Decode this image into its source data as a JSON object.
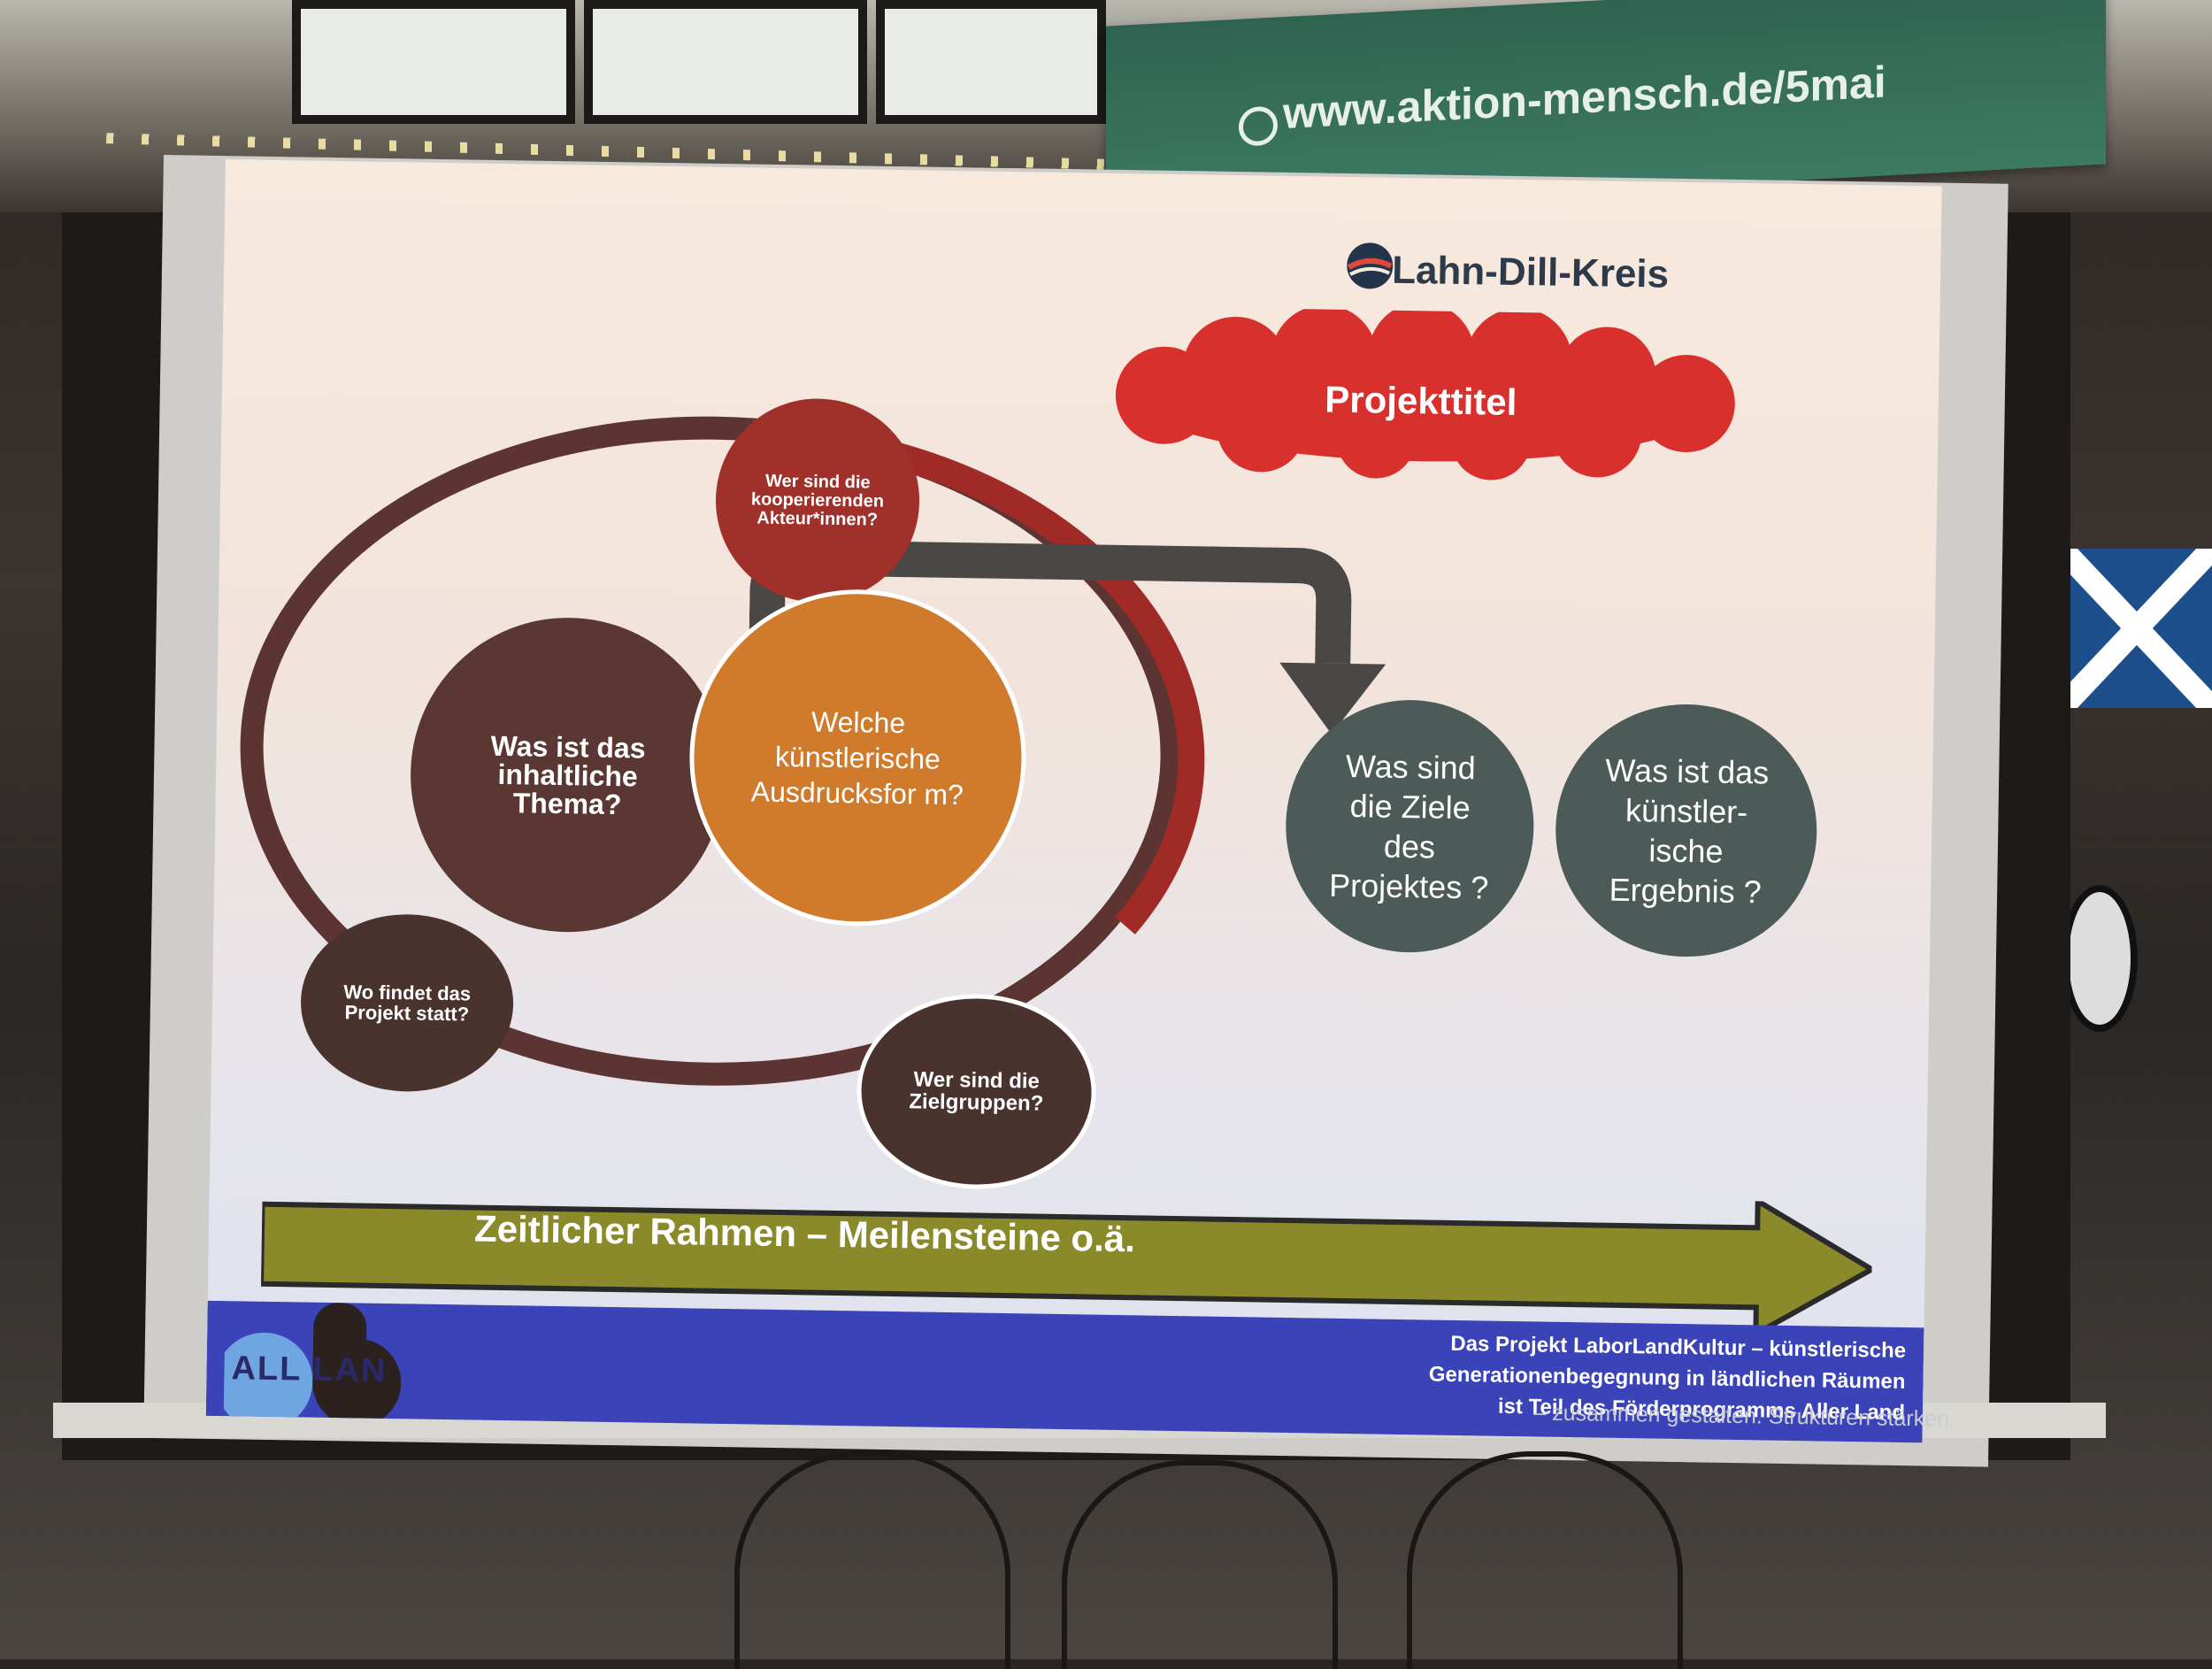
{
  "banner": {
    "url": "www.aktion-mensch.de/5mai"
  },
  "slide": {
    "logo": "Lahn-Dill-Kreis",
    "cloud_title": "Projekttitel",
    "circles": {
      "top": "Wer sind die kooperierenden Akteur*innen?",
      "thema": "Was ist das inhaltliche Thema?",
      "ausdruck": "Welche künstlerische Ausdrucksfor m?",
      "wo": "Wo findet das Projekt statt?",
      "zielgruppen": "Wer sind die Zielgruppen?",
      "ziele": "Was sind die Ziele des Projektes ?",
      "ergebnis": "Was ist das künstler- ische Ergebnis ?"
    },
    "timeline": "Zeitlicher Rahmen – Meilensteine o.ä.",
    "footer": {
      "line1": "Das Projekt LaborLandKultur – künstlerische",
      "line2": "Generationenbegegnung in ländlichen Räumen",
      "line3": "ist Teil des Förderprogramms Aller Land",
      "tagline": "– zusammen gestalten. Strukturen stärken.",
      "logo_text": "ALL LAN"
    }
  },
  "colors": {
    "ring": "#8a2a26",
    "cloud": "#d8302c",
    "timeline": "#8a8a2a",
    "footer": "#3b43b8"
  }
}
